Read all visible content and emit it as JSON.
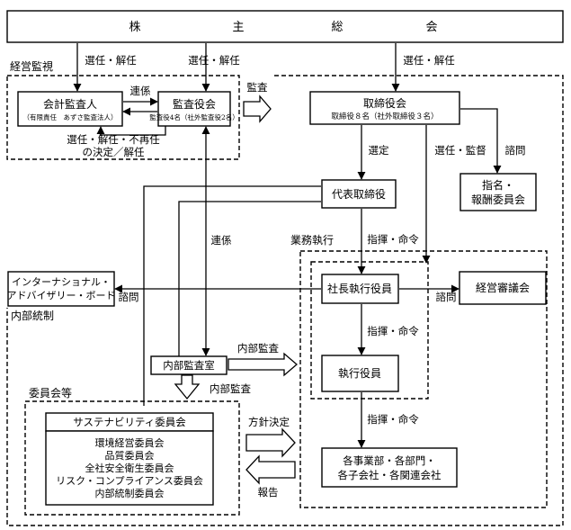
{
  "shareholders_meeting": [
    "株",
    "主",
    "総",
    "会"
  ],
  "regions": {
    "management_oversight": "経営監視",
    "internal_control": "内部統制",
    "business_execution": "業務執行",
    "committees": "委員会等"
  },
  "boxes": {
    "accounting_auditor": {
      "title": "会計監査人",
      "sub": "（有限責任　あずさ監査法人）"
    },
    "audit_board": {
      "title": "監査役会",
      "sub": "監査役4名（社外監査役2名）"
    },
    "board_of_directors": {
      "title": "取締役会",
      "sub": "取締役８名（社外取締役３名）"
    },
    "nomination_committee": [
      "指名・",
      "報酬委員会"
    ],
    "representative_director": "代表取締役",
    "advisory_board": [
      "インターナショナル・",
      "アドバイザリー・ボード"
    ],
    "president": "社長執行役員",
    "management_council": "経営審議会",
    "internal_audit_office": "内部監査室",
    "executive_officers": "執行役員",
    "sustainability_committee": "サステナビリティ委員会",
    "sub_committees": [
      "環境経営委員会",
      "品質委員会",
      "全社安全衛生委員会",
      "リスク・コンプライアンス委員会",
      "内部統制委員会"
    ],
    "business_units": [
      "各事業部・各部門・",
      "各子会社・各関連会社"
    ]
  },
  "labels": {
    "appoint_dismiss_1": "選任・解任",
    "appoint_dismiss_2": "選任・解任",
    "appoint_dismiss_3": "選任・解任",
    "liaison_1": "連係",
    "reappointment_decision": [
      "選任・解任・不再任",
      "の決定／解任"
    ],
    "audit": "監査",
    "selection": "選定",
    "appoint_supervise": "選任・監督",
    "consultation_1": "諮問",
    "liaison_2": "連係",
    "direction_order_1": "指揮・命令",
    "consultation_2": "諮問",
    "consultation_3": "諮問",
    "internal_audit_1": "内部監査",
    "internal_audit_2": "内部監査",
    "direction_order_2": "指揮・命令",
    "direction_order_3": "指揮・命令",
    "policy_decision": "方針決定",
    "report": "報告"
  }
}
